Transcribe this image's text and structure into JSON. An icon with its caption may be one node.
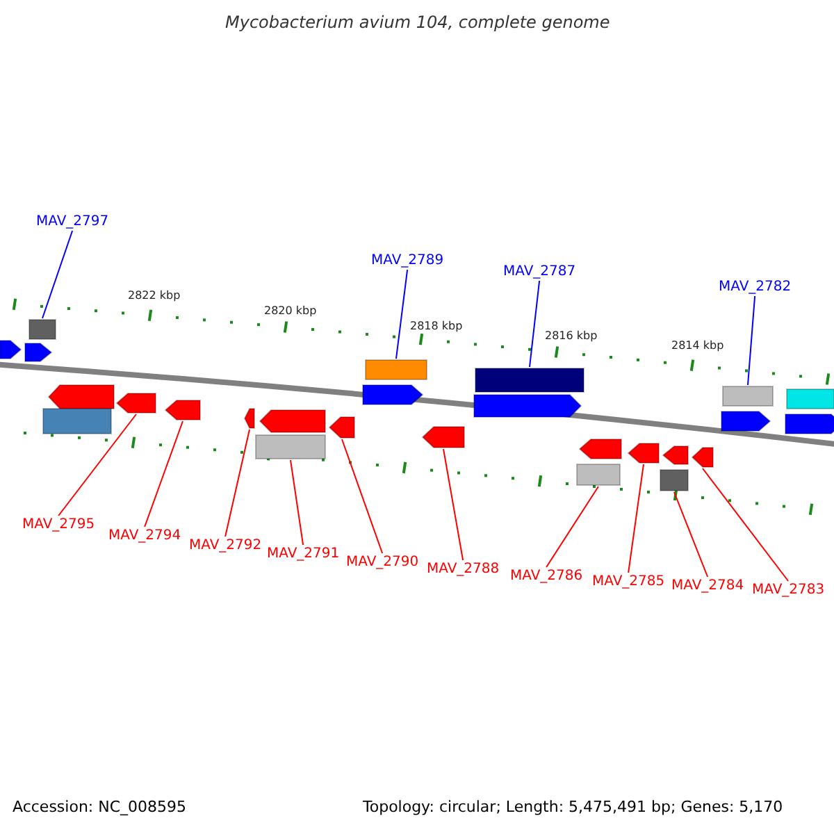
{
  "diagram": {
    "title": "Mycobacterium avium 104, complete genome",
    "nodes": [
      {
        "text": [
          "MAV_2797"
        ]
      },
      {
        "text": [
          "MAV_2789"
        ]
      },
      {
        "text": [
          "MAV_2787"
        ]
      },
      {
        "text": [
          "MAV_2782"
        ]
      },
      {
        "text": [],
        "shape": "pentagon"
      },
      {
        "text": [],
        "shape": "pentagon"
      },
      {
        "text": [],
        "shape": "box"
      },
      {
        "text": [],
        "shape": "box"
      },
      {
        "text": [],
        "shape": "pentagon"
      },
      {
        "text": [],
        "shape": "box"
      },
      {
        "text": [],
        "shape": "pentagon"
      },
      {
        "text": [],
        "shape": "box"
      },
      {
        "text": [],
        "shape": "pentagon"
      },
      {
        "text": [],
        "shape": "box"
      },
      {
        "text": [],
        "shape": "pentagon"
      },
      {
        "text": [],
        "shape": "pentagon"
      },
      {
        "text": [],
        "shape": "box"
      },
      {
        "text": [],
        "shape": "pentagon"
      },
      {
        "text": [],
        "shape": "pentagon"
      },
      {
        "text": [],
        "shape": "pentagon"
      },
      {
        "text": [],
        "shape": "pentagon"
      },
      {
        "text": [],
        "shape": "box"
      },
      {
        "text": [],
        "shape": "pentagon"
      },
      {
        "text": [],
        "shape": "pentagon"
      },
      {
        "text": [],
        "shape": "pentagon"
      },
      {
        "text": [],
        "shape": "box"
      },
      {
        "text": [],
        "shape": "pentagon"
      },
      {
        "text": [],
        "shape": "pentagon"
      },
      {
        "text": [],
        "shape": "box"
      },
      {
        "text": [],
        "shape": "pentagon"
      },
      {
        "text": [
          "MAV_2795"
        ]
      },
      {
        "text": [
          "MAV_2794"
        ]
      },
      {
        "text": [
          "MAV_2792"
        ]
      },
      {
        "text": [
          "MAV_2791"
        ]
      },
      {
        "text": [
          "MAV_2790"
        ]
      },
      {
        "text": [
          "MAV_2788"
        ]
      },
      {
        "text": [
          "MAV_2786"
        ]
      },
      {
        "text": [
          "MAV_2785"
        ]
      },
      {
        "text": [
          "MAV_2784"
        ]
      },
      {
        "text": [
          "MAV_2783"
        ]
      }
    ],
    "edges": [
      {
        "from": 0,
        "to": 6,
        "arrow": "none",
        "color": "#0000ff"
      },
      {
        "from": 1,
        "to": 7,
        "arrow": "none",
        "color": "#0000ff"
      },
      {
        "from": 2,
        "to": 9,
        "arrow": "none",
        "color": "#0000ff"
      },
      {
        "from": 3,
        "to": 11,
        "arrow": "none",
        "color": "#0000ff"
      },
      {
        "from": 30,
        "to": 17,
        "arrow": "none"
      },
      {
        "from": 31,
        "to": 18,
        "arrow": "none"
      },
      {
        "from": 32,
        "to": 19,
        "arrow": "none"
      },
      {
        "from": 33,
        "to": 21,
        "arrow": "none"
      },
      {
        "from": 34,
        "to": 22,
        "arrow": "none"
      },
      {
        "from": 35,
        "to": 23,
        "arrow": "none"
      },
      {
        "from": 36,
        "to": 25,
        "arrow": "none"
      },
      {
        "from": 37,
        "to": 26,
        "arrow": "none"
      },
      {
        "from": 38,
        "to": 28,
        "arrow": "none"
      },
      {
        "from": 39,
        "to": 29,
        "arrow": "none"
      }
    ],
    "labels": [
      "2822 kbp",
      "2820 kbp",
      "2818 kbp",
      "2816 kbp",
      "2814 kbp",
      "Accession: NC_008595",
      "Topology: circular; Length: 5,475,491 bp; Genes: 5,170"
    ]
  }
}
